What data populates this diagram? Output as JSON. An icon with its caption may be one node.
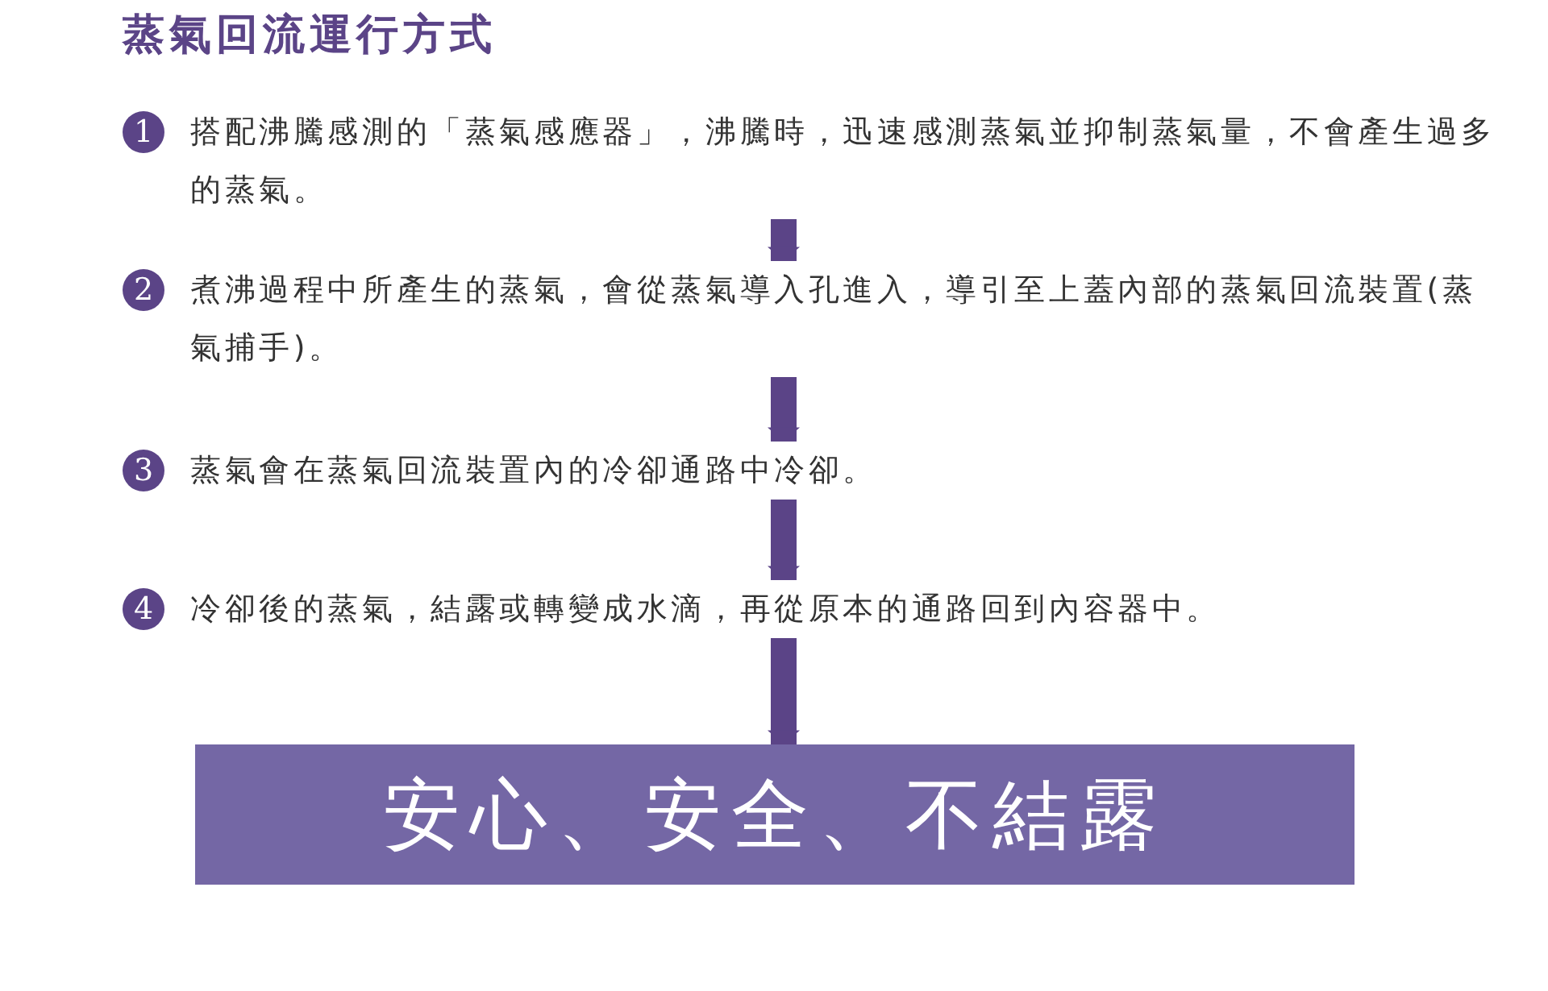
{
  "diagram": {
    "title": "蒸氣回流運行方式",
    "nodes": [
      {
        "text": [
          "1",
          "搭配沸騰感測的「蒸氣感應器」，沸騰時，迅速感測蒸氣並抑制蒸氣量，不會產生過多的蒸氣。"
        ]
      },
      {
        "text": [
          "2",
          "煮沸過程中所產生的蒸氣，會從蒸氣導入孔進入，導引至上蓋內部的蒸氣回流裝置(蒸氣捕手)。"
        ]
      },
      {
        "text": [
          "3",
          "蒸氣會在蒸氣回流裝置內的冷卻通路中冷卻。"
        ]
      },
      {
        "text": [
          "4",
          "冷卻後的蒸氣，結露或轉變成水滴，再從原本的通路回到內容器中。"
        ]
      },
      {
        "text": [
          "安心、安全、不結露"
        ]
      }
    ],
    "edges": [
      {
        "from": 0,
        "to": 1,
        "arrow": "to"
      },
      {
        "from": 1,
        "to": 2,
        "arrow": "to"
      },
      {
        "from": 2,
        "to": 3,
        "arrow": "to"
      },
      {
        "from": 3,
        "to": 4,
        "arrow": "to"
      }
    ]
  }
}
